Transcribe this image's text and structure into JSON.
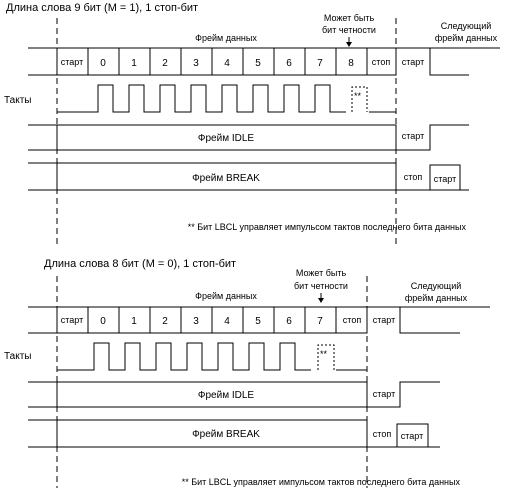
{
  "diagram9": {
    "title": "Длина слова 9 бит (М = 1), 1 стоп-бит",
    "parity_line1": "Может быть",
    "parity_line2": "бит четности",
    "frame_label": "Фрейм данных",
    "next_line1": "Следующий",
    "next_line2": "фрейм данных",
    "start": "старт",
    "stop": "стоп",
    "bits": [
      "0",
      "1",
      "2",
      "3",
      "4",
      "5",
      "6",
      "7",
      "8"
    ],
    "clock_label": "Такты",
    "star_mark": "**",
    "idle_label": "Фрейм IDLE",
    "break_label": "Фрейм BREAK",
    "footnote": "** Бит LBCL управляет импульсом тактов последнего бита данных"
  },
  "diagram8": {
    "title": "Длина слова 8 бит (М = 0), 1 стоп-бит",
    "parity_line1": "Может быть",
    "parity_line2": "бит четности",
    "frame_label": "Фрейм данных",
    "next_line1": "Следующий",
    "next_line2": "фрейм данных",
    "start": "старт",
    "stop": "стоп",
    "bits": [
      "0",
      "1",
      "2",
      "3",
      "4",
      "5",
      "6",
      "7"
    ],
    "clock_label": "Такты",
    "star_mark": "**",
    "idle_label": "Фрейм IDLE",
    "break_label": "Фрейм BREAK",
    "footnote": "** Бит LBCL управляет импульсом тактов последнего бита данных"
  }
}
